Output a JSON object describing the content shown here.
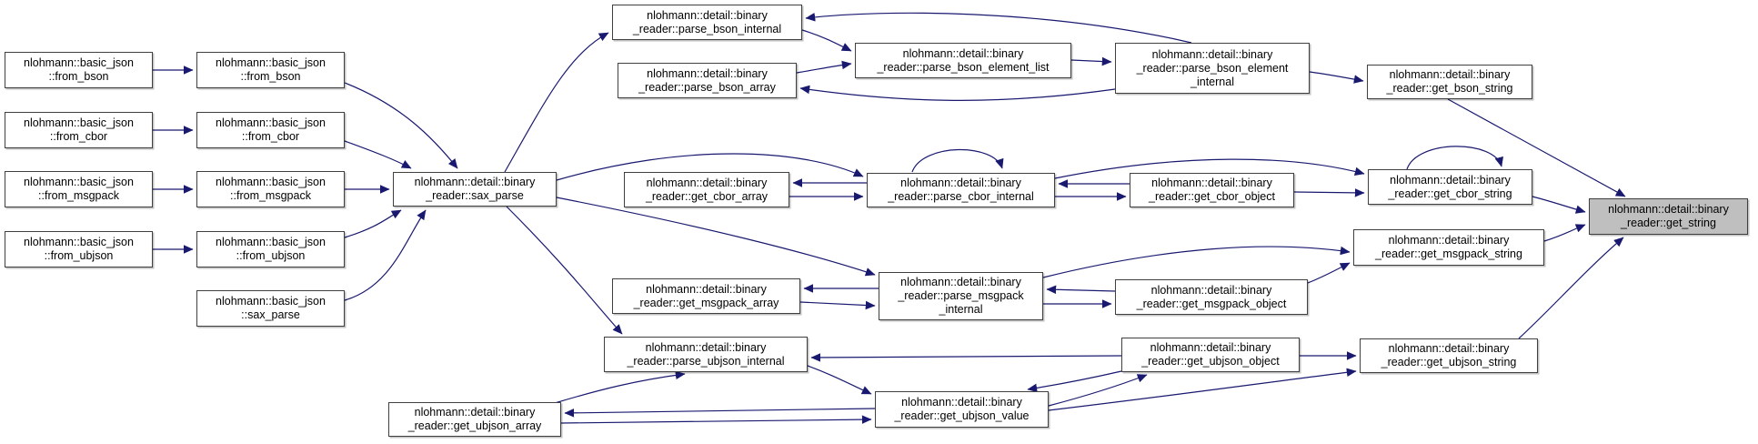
{
  "diagram": {
    "kind": "doxygen-call-graph",
    "target_function": "nlohmann::detail::binary_reader::get_string",
    "edge_color": "#191970",
    "node_border_color": "#404040",
    "node_fill": "#ffffff",
    "highlight_fill": "#bfbfbf",
    "nodes": [
      {
        "id": "bj-from-bson-1",
        "label": "nlohmann::basic_json\n::from_bson"
      },
      {
        "id": "bj-from-cbor-1",
        "label": "nlohmann::basic_json\n::from_cbor"
      },
      {
        "id": "bj-from-msgpack-1",
        "label": "nlohmann::basic_json\n::from_msgpack"
      },
      {
        "id": "bj-from-ubjson-1",
        "label": "nlohmann::basic_json\n::from_ubjson"
      },
      {
        "id": "bj-from-bson-2",
        "label": "nlohmann::basic_json\n::from_bson"
      },
      {
        "id": "bj-from-cbor-2",
        "label": "nlohmann::basic_json\n::from_cbor"
      },
      {
        "id": "bj-from-msgpack-2",
        "label": "nlohmann::basic_json\n::from_msgpack"
      },
      {
        "id": "bj-from-ubjson-2",
        "label": "nlohmann::basic_json\n::from_ubjson"
      },
      {
        "id": "bj-sax-parse",
        "label": "nlohmann::basic_json\n::sax_parse"
      },
      {
        "id": "br-sax-parse",
        "label": "nlohmann::detail::binary\n_reader::sax_parse"
      },
      {
        "id": "parse-bson-internal",
        "label": "nlohmann::detail::binary\n_reader::parse_bson_internal"
      },
      {
        "id": "parse-bson-array",
        "label": "nlohmann::detail::binary\n_reader::parse_bson_array"
      },
      {
        "id": "parse-bson-element-list",
        "label": "nlohmann::detail::binary\n_reader::parse_bson_element_list"
      },
      {
        "id": "parse-bson-element-internal",
        "label": "nlohmann::detail::binary\n_reader::parse_bson_element\n_internal"
      },
      {
        "id": "get-bson-string",
        "label": "nlohmann::detail::binary\n_reader::get_bson_string"
      },
      {
        "id": "get-cbor-array",
        "label": "nlohmann::detail::binary\n_reader::get_cbor_array"
      },
      {
        "id": "parse-cbor-internal",
        "label": "nlohmann::detail::binary\n_reader::parse_cbor_internal"
      },
      {
        "id": "get-cbor-object",
        "label": "nlohmann::detail::binary\n_reader::get_cbor_object"
      },
      {
        "id": "get-cbor-string",
        "label": "nlohmann::detail::binary\n_reader::get_cbor_string"
      },
      {
        "id": "get-string",
        "label": "nlohmann::detail::binary\n_reader::get_string",
        "highlighted": true
      },
      {
        "id": "get-msgpack-array",
        "label": "nlohmann::detail::binary\n_reader::get_msgpack_array"
      },
      {
        "id": "parse-msgpack-internal",
        "label": "nlohmann::detail::binary\n_reader::parse_msgpack\n_internal"
      },
      {
        "id": "get-msgpack-object",
        "label": "nlohmann::detail::binary\n_reader::get_msgpack_object"
      },
      {
        "id": "get-msgpack-string",
        "label": "nlohmann::detail::binary\n_reader::get_msgpack_string"
      },
      {
        "id": "parse-ubjson-internal",
        "label": "nlohmann::detail::binary\n_reader::parse_ubjson_internal"
      },
      {
        "id": "get-ubjson-array",
        "label": "nlohmann::detail::binary\n_reader::get_ubjson_array"
      },
      {
        "id": "get-ubjson-value",
        "label": "nlohmann::detail::binary\n_reader::get_ubjson_value"
      },
      {
        "id": "get-ubjson-object",
        "label": "nlohmann::detail::binary\n_reader::get_ubjson_object"
      },
      {
        "id": "get-ubjson-string",
        "label": "nlohmann::detail::binary\n_reader::get_ubjson_string"
      }
    ],
    "edges": [
      {
        "from": "bj-from-bson-1",
        "to": "bj-from-bson-2"
      },
      {
        "from": "bj-from-cbor-1",
        "to": "bj-from-cbor-2"
      },
      {
        "from": "bj-from-msgpack-1",
        "to": "bj-from-msgpack-2"
      },
      {
        "from": "bj-from-ubjson-1",
        "to": "bj-from-ubjson-2"
      },
      {
        "from": "bj-from-bson-2",
        "to": "br-sax-parse"
      },
      {
        "from": "bj-from-cbor-2",
        "to": "br-sax-parse"
      },
      {
        "from": "bj-from-msgpack-2",
        "to": "br-sax-parse"
      },
      {
        "from": "bj-from-ubjson-2",
        "to": "br-sax-parse"
      },
      {
        "from": "bj-sax-parse",
        "to": "br-sax-parse"
      },
      {
        "from": "br-sax-parse",
        "to": "parse-bson-internal"
      },
      {
        "from": "br-sax-parse",
        "to": "parse-cbor-internal"
      },
      {
        "from": "br-sax-parse",
        "to": "parse-msgpack-internal"
      },
      {
        "from": "br-sax-parse",
        "to": "parse-ubjson-internal"
      },
      {
        "from": "parse-bson-internal",
        "to": "parse-bson-element-list"
      },
      {
        "from": "parse-bson-element-list",
        "to": "parse-bson-element-internal"
      },
      {
        "from": "parse-bson-element-internal",
        "to": "parse-bson-internal"
      },
      {
        "from": "parse-bson-element-internal",
        "to": "parse-bson-array"
      },
      {
        "from": "parse-bson-array",
        "to": "parse-bson-element-list"
      },
      {
        "from": "parse-bson-element-internal",
        "to": "get-bson-string"
      },
      {
        "from": "get-bson-string",
        "to": "get-string"
      },
      {
        "from": "parse-cbor-internal",
        "to": "get-cbor-array"
      },
      {
        "from": "get-cbor-array",
        "to": "parse-cbor-internal"
      },
      {
        "from": "parse-cbor-internal",
        "to": "parse-cbor-internal"
      },
      {
        "from": "parse-cbor-internal",
        "to": "get-cbor-object"
      },
      {
        "from": "get-cbor-object",
        "to": "parse-cbor-internal"
      },
      {
        "from": "parse-cbor-internal",
        "to": "get-cbor-string"
      },
      {
        "from": "get-cbor-object",
        "to": "get-cbor-string"
      },
      {
        "from": "get-cbor-string",
        "to": "get-cbor-string"
      },
      {
        "from": "get-cbor-string",
        "to": "get-string"
      },
      {
        "from": "parse-msgpack-internal",
        "to": "get-msgpack-array"
      },
      {
        "from": "get-msgpack-array",
        "to": "parse-msgpack-internal"
      },
      {
        "from": "parse-msgpack-internal",
        "to": "get-msgpack-object"
      },
      {
        "from": "get-msgpack-object",
        "to": "parse-msgpack-internal"
      },
      {
        "from": "parse-msgpack-internal",
        "to": "get-msgpack-string"
      },
      {
        "from": "get-msgpack-object",
        "to": "get-msgpack-string"
      },
      {
        "from": "get-msgpack-string",
        "to": "get-string"
      },
      {
        "from": "parse-ubjson-internal",
        "to": "get-ubjson-value"
      },
      {
        "from": "get-ubjson-object",
        "to": "parse-ubjson-internal"
      },
      {
        "from": "get-ubjson-array",
        "to": "parse-ubjson-internal"
      },
      {
        "from": "get-ubjson-value",
        "to": "get-ubjson-array"
      },
      {
        "from": "get-ubjson-array",
        "to": "get-ubjson-value"
      },
      {
        "from": "get-ubjson-value",
        "to": "get-ubjson-object"
      },
      {
        "from": "get-ubjson-object",
        "to": "get-ubjson-value"
      },
      {
        "from": "get-ubjson-value",
        "to": "get-ubjson-string"
      },
      {
        "from": "get-ubjson-object",
        "to": "get-ubjson-string"
      },
      {
        "from": "get-ubjson-string",
        "to": "get-string"
      }
    ]
  }
}
